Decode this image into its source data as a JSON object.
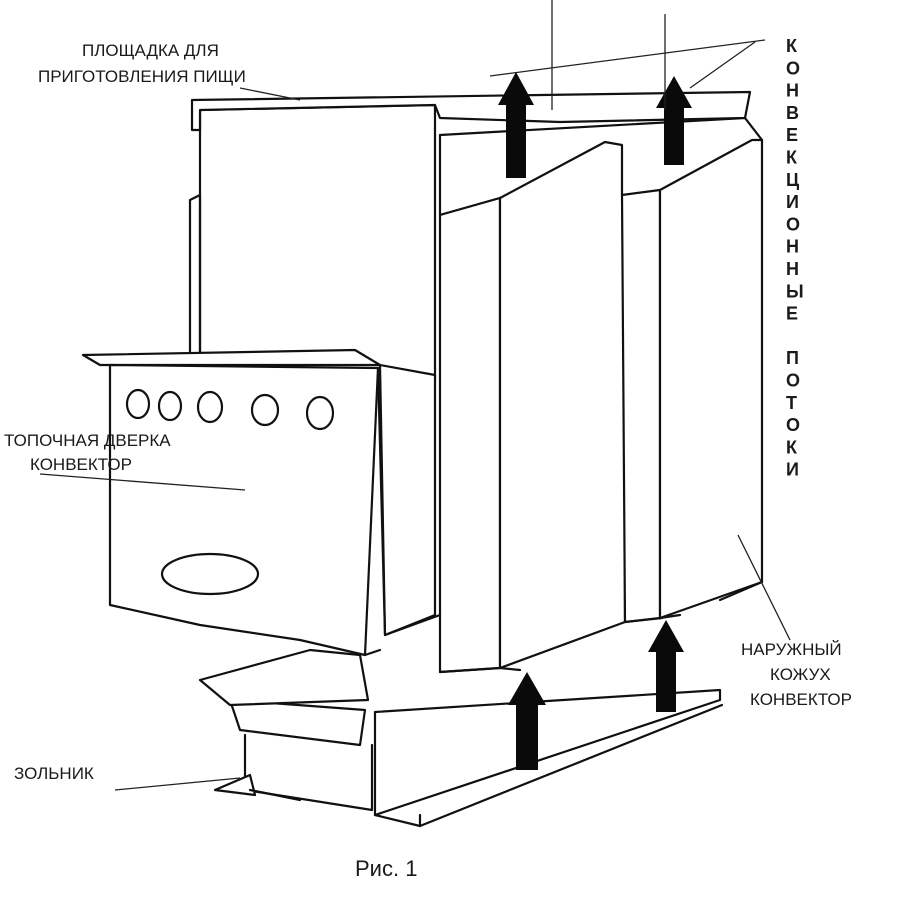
{
  "labels": {
    "cooking_area": [
      "ПЛОЩАДКА ДЛЯ",
      "ПРИГОТОВЛЕНИЯ ПИЩИ"
    ],
    "firebox_door": [
      "ТОПОЧНАЯ ДВЕРКА",
      "КОНВЕКТОР"
    ],
    "ash_pan": "ЗОЛЬНИК",
    "outer_casing": [
      "НАРУЖНЫЙ",
      "КОЖУХ",
      "КОНВЕКТОР"
    ],
    "convection_flows": [
      "К",
      "О",
      "Н",
      "В",
      "Е",
      "К",
      "Ц",
      "И",
      "О",
      "Н",
      "Н",
      "Ы",
      "Е",
      "",
      "П",
      "О",
      "Т",
      "О",
      "К",
      "И"
    ]
  },
  "caption": "Рис. 1"
}
